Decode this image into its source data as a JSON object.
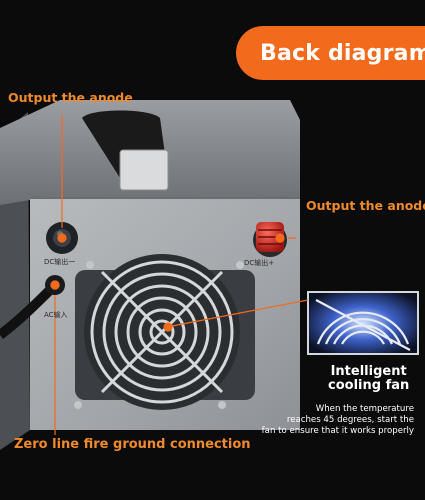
{
  "title": "Back diagram",
  "callouts": {
    "output_anode_left": "Output the anode",
    "output_anode_right": "Output the anode",
    "zero_line": "Zero line fire ground connection"
  },
  "fan_label": [
    "Intelligent",
    "cooling fan"
  ],
  "note_lines": [
    "When the temperature",
    "reaches 45 degrees, start the",
    "fan to ensure that it works properly"
  ],
  "panel_labels": {
    "dc_out_left": "DC输出一",
    "dc_out_right": "DC输出+",
    "dc_in": "AC输入"
  },
  "colors": {
    "accent": "#f26a1b",
    "callout": "#f08a2c",
    "background": "#0b0b0c"
  }
}
